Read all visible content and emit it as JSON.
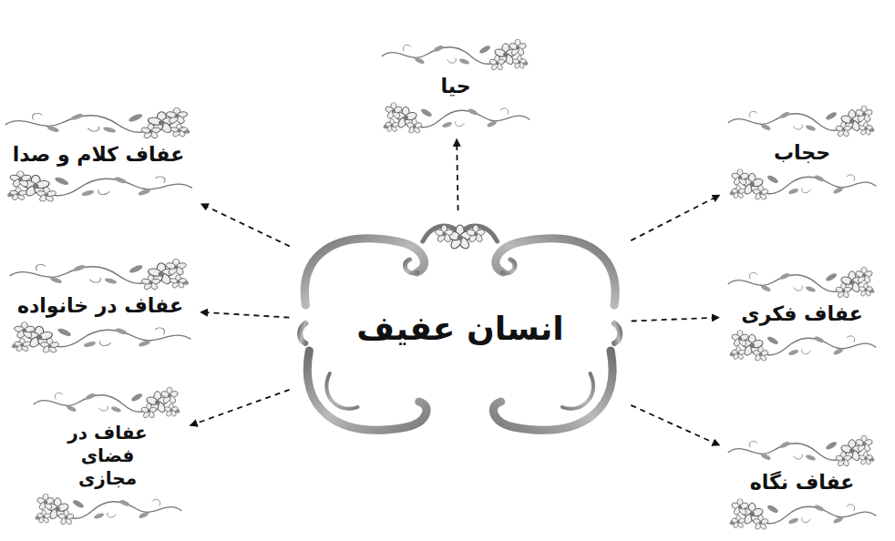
{
  "diagram": {
    "nodes": [
      {
        "text": [
          "انسان عفیف"
        ]
      },
      {
        "text": [
          "حیا"
        ]
      },
      {
        "text": [
          "حجاب"
        ]
      },
      {
        "text": [
          "عفاف کلام و صدا"
        ]
      },
      {
        "text": [
          "عفاف فکری"
        ]
      },
      {
        "text": [
          "عفاف در خانواده"
        ]
      },
      {
        "text": [
          "عفاف نگاه"
        ]
      },
      {
        "text": [
          "عفاف در فضای مجازی"
        ]
      }
    ],
    "edges": [
      {
        "from": 0,
        "to": 1,
        "arrow": "to"
      },
      {
        "from": 0,
        "to": 2,
        "arrow": "to"
      },
      {
        "from": 0,
        "to": 3,
        "arrow": "to"
      },
      {
        "from": 0,
        "to": 4,
        "arrow": "to"
      },
      {
        "from": 0,
        "to": 5,
        "arrow": "to"
      },
      {
        "from": 0,
        "to": 6,
        "arrow": "to"
      },
      {
        "from": 0,
        "to": 7,
        "arrow": "to"
      }
    ]
  }
}
